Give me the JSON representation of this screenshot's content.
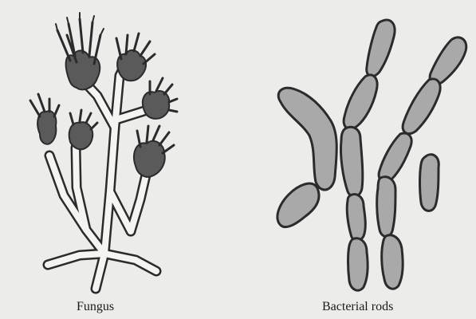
{
  "figure": {
    "panels": [
      {
        "id": "fungus",
        "caption": "Fungus"
      },
      {
        "id": "bacteria",
        "caption": "Bacterial rods"
      }
    ],
    "colors": {
      "background": "#ececea",
      "outline": "#2b2b2b",
      "hyphae_fill": "#f4f4f2",
      "conidia_fill": "#5a5a5a",
      "bacteria_fill": "#a9a9a9"
    }
  }
}
